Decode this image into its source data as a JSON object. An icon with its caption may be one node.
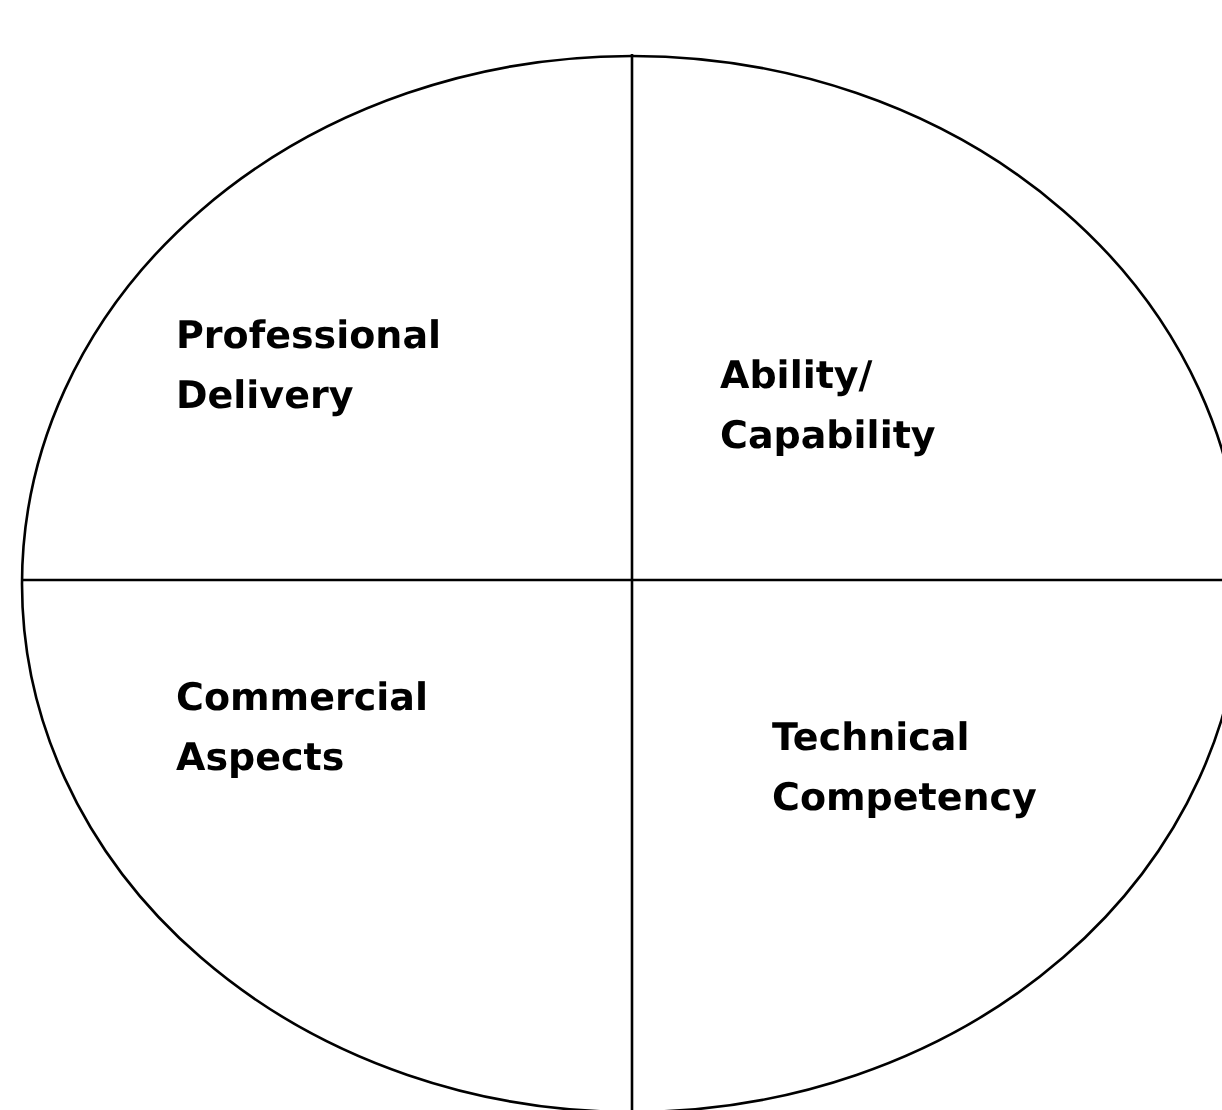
{
  "diagram": {
    "nodes": [
      {
        "text": [],
        "shape": "circle"
      },
      {
        "text": [
          "Professional Delivery"
        ],
        "in": 0
      },
      {
        "text": [
          "Ability/ Capability"
        ],
        "in": 0
      },
      {
        "text": [
          "Commercial Aspects"
        ],
        "in": 0
      },
      {
        "text": [
          "Technical Competency"
        ],
        "in": 0
      }
    ]
  }
}
